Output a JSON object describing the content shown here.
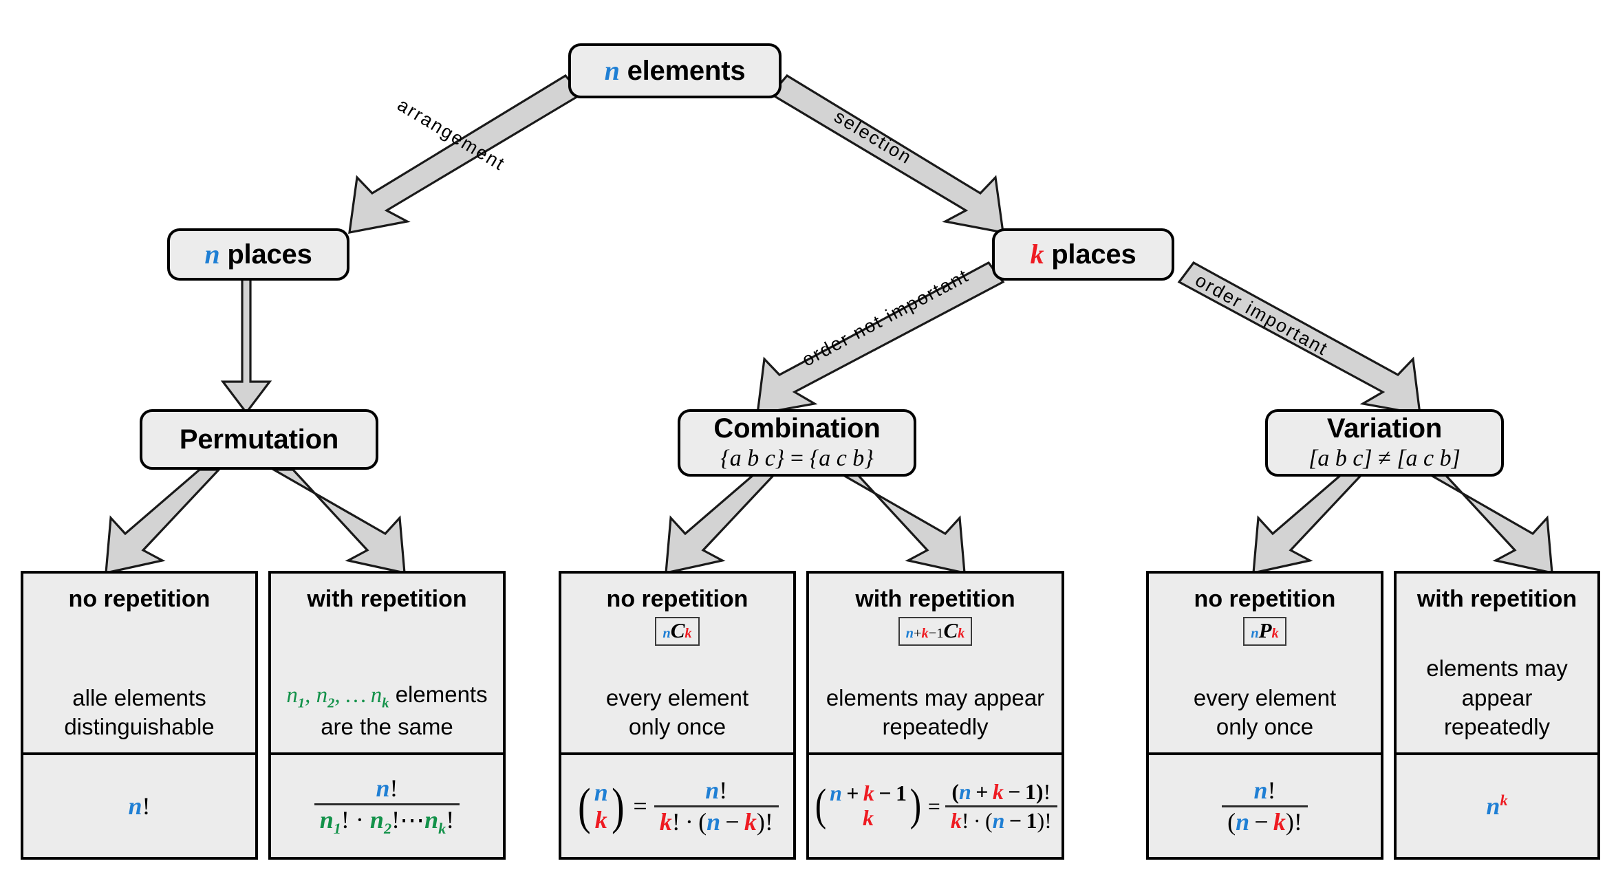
{
  "diagram": {
    "title": "Combinatorics decision tree",
    "colors": {
      "n_blue": "#1f7fd4",
      "k_red": "#ee1b22",
      "green": "#13924a",
      "box_fill": "#ececec",
      "box_border": "#000000",
      "arrow_fill": "#d3d3d3"
    },
    "root": {
      "var": "n",
      "label": "elements"
    },
    "level2": [
      {
        "var": "n",
        "label": "places"
      },
      {
        "var": "k",
        "label": "places"
      }
    ],
    "level3": [
      {
        "title": "Permutation",
        "example": ""
      },
      {
        "title": "Combination",
        "example_left": "{a b c}",
        "example_op": "=",
        "example_right": "{a c b}"
      },
      {
        "title": "Variation",
        "example_left": "[a b c]",
        "example_op": "≠",
        "example_right": "[a c b]"
      }
    ],
    "edge_labels": [
      "arrangement",
      "selection",
      "order not important",
      "order important"
    ],
    "leaves": [
      {
        "head": "no repetition",
        "badge": null,
        "desc_lines": [
          "alle elements",
          "distinguishable"
        ],
        "formula": "n!"
      },
      {
        "head": "with repetition",
        "badge": null,
        "desc_lines": [
          "n₁, n₂, … nₖ elements",
          "are the same"
        ],
        "formula": "n! / (n₁! · n₂! ⋯ nₖ!)"
      },
      {
        "head": "no repetition",
        "badge": "nCk",
        "desc_lines": [
          "every element",
          "only once"
        ],
        "formula": "(n over k) = n! / (k! · (n − k)!)"
      },
      {
        "head": "with repetition",
        "badge": "n+k-1Ck",
        "desc_lines": [
          "elements may appear",
          "repeatedly"
        ],
        "formula": "(n+k−1 over k) = (n+k−1)! / (k! · (n−1)!)"
      },
      {
        "head": "no repetition",
        "badge": "nPk",
        "desc_lines": [
          "every element",
          "only once"
        ],
        "formula": "n! / (n − k)!"
      },
      {
        "head": "with repetition",
        "badge": null,
        "desc_lines": [
          "elements may appear",
          "repeatedly"
        ],
        "formula": "n^k"
      }
    ]
  }
}
